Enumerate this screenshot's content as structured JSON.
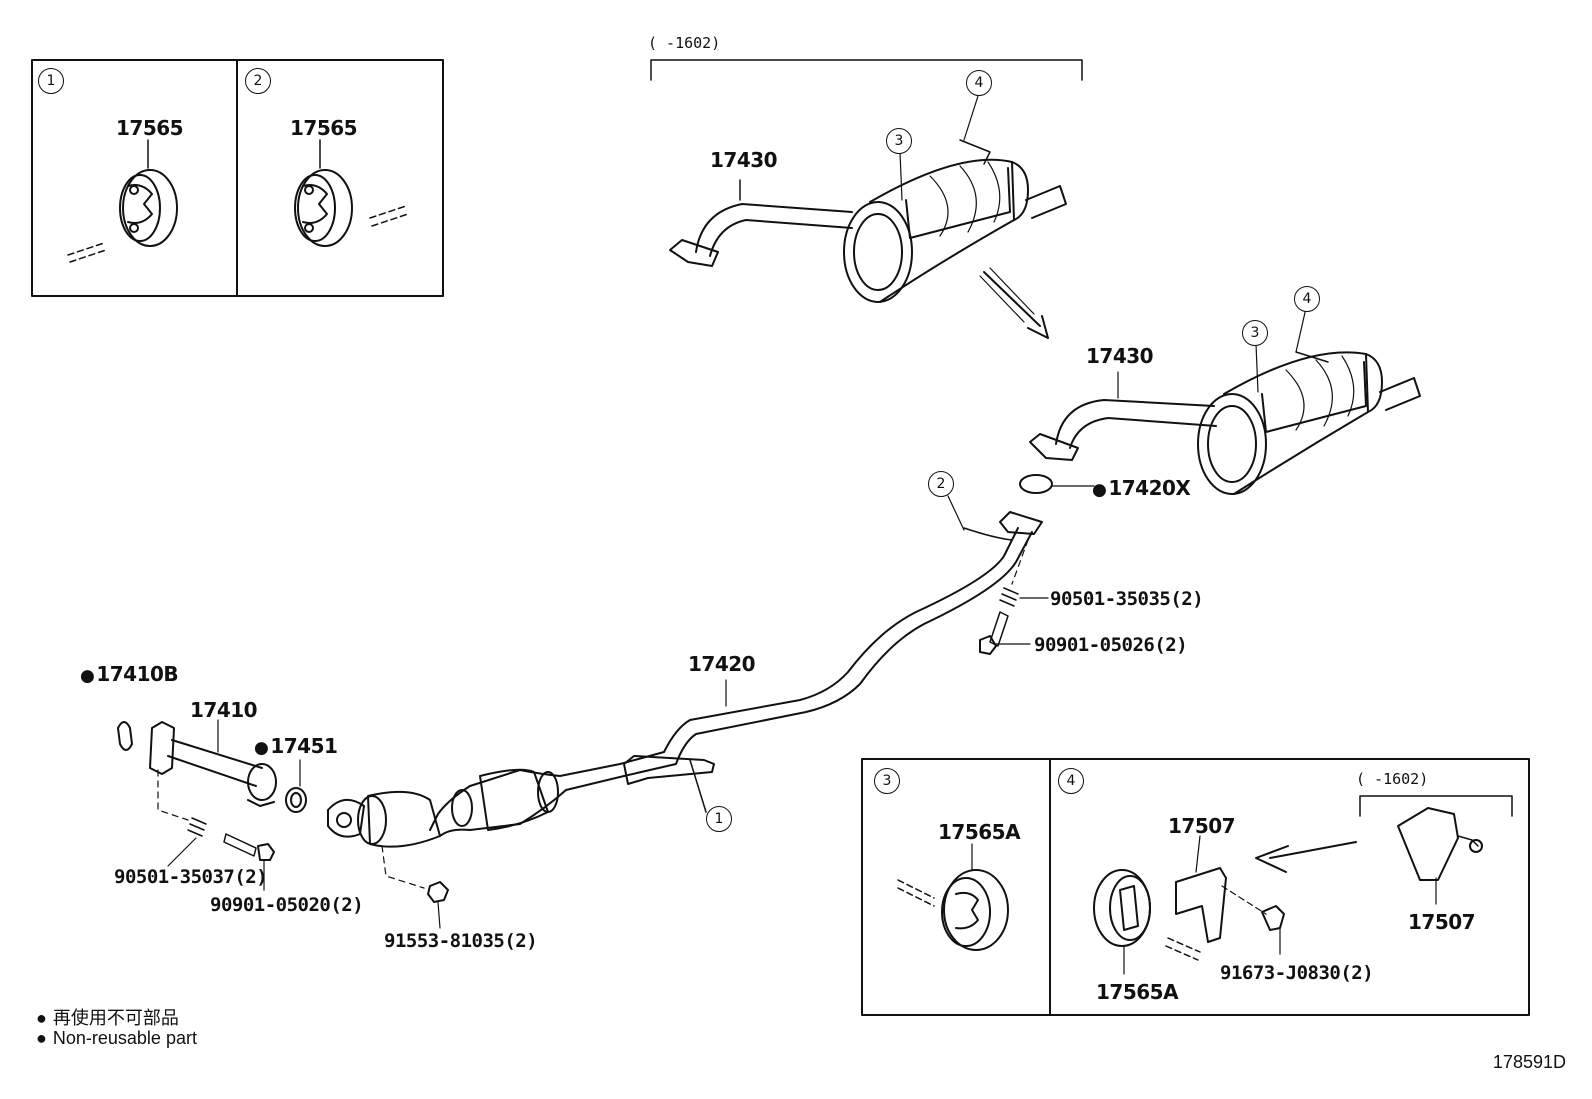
{
  "insets": {
    "one": {
      "callout": "1",
      "part": "17565"
    },
    "two": {
      "callout": "2",
      "part": "17565"
    },
    "three": {
      "callout": "3",
      "part": "17565A"
    },
    "four": {
      "callout": "4",
      "range": "(      -1602)",
      "parts": {
        "bracket_a": "17507",
        "bracket_b": "17507",
        "insulator": "17565A",
        "bolt": "91673-J0830(2)"
      }
    }
  },
  "top_range": "(      -1602)",
  "callouts": {
    "c1": "1",
    "c2": "2",
    "c3a": "3",
    "c4a": "4",
    "c3b": "3",
    "c4b": "4"
  },
  "parts": {
    "tailpipe_old": "17430",
    "tailpipe_new": "17430",
    "gasket_rear": "17420X",
    "center_pipe": "17420",
    "spring_rear": "90501-35035(2)",
    "bolt_rear": "90901-05026(2)",
    "gasket_front": "17410B",
    "front_pipe": "17410",
    "gasket_cat": "17451",
    "spring_front": "90501-35037(2)",
    "bolt_front": "90901-05020(2)",
    "bolt_cat": "91553-81035(2)"
  },
  "legend": {
    "line1": "再使用不可部品",
    "line2": "Non-reusable part"
  },
  "diagram_code": "178591D"
}
